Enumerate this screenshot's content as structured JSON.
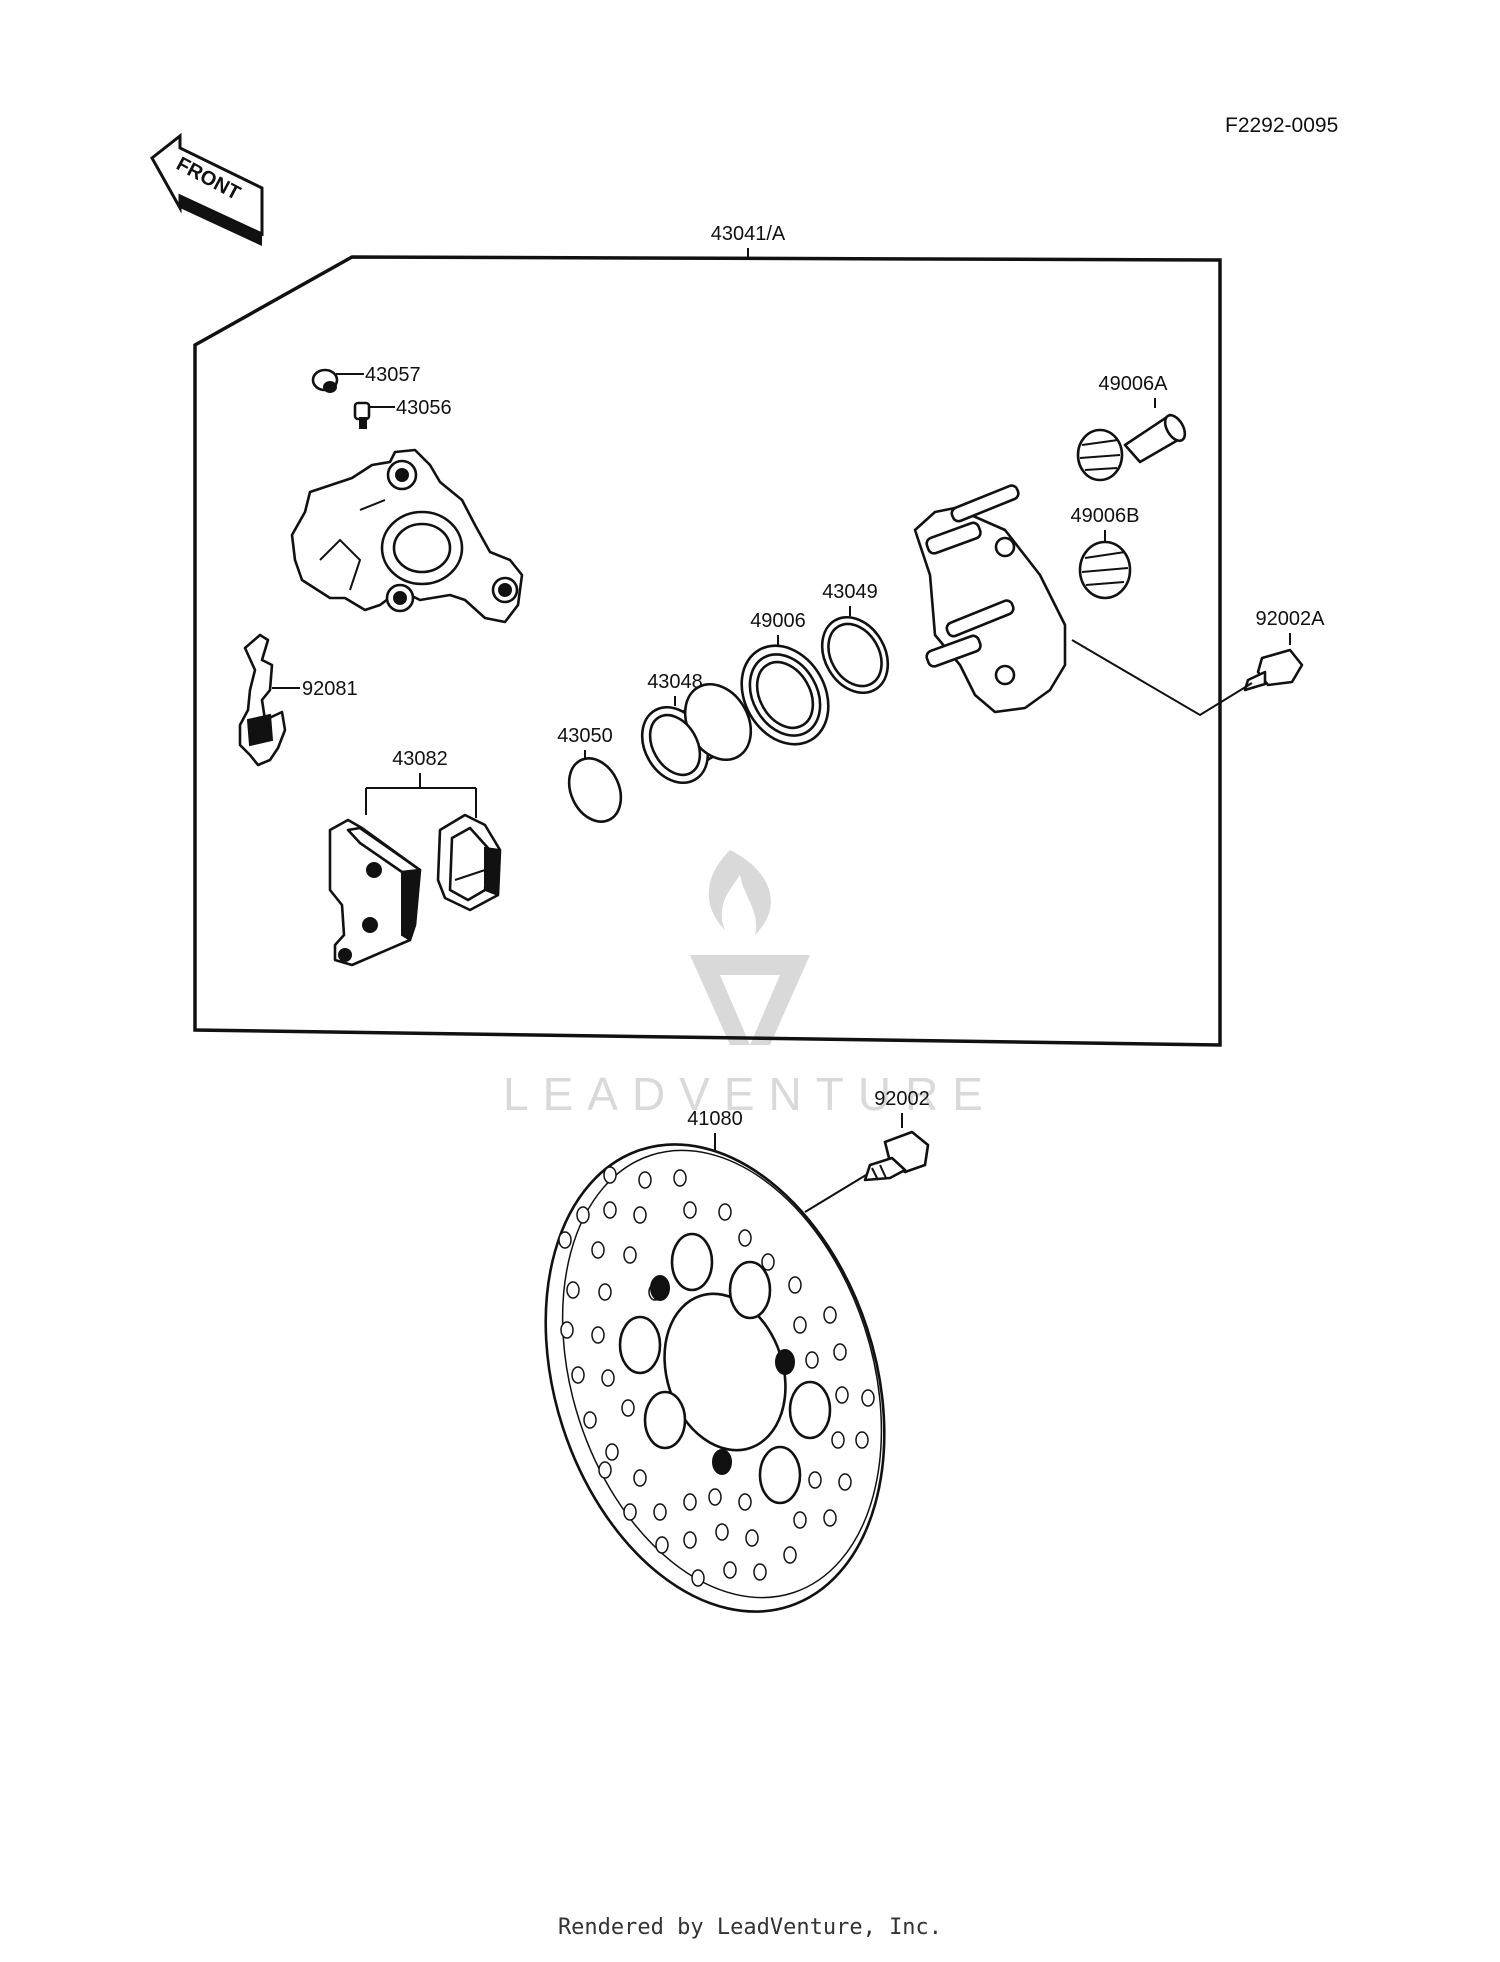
{
  "diagram": {
    "ref_code": "F2292-0095",
    "front_label": "FRONT",
    "assembly_label": "43041/A",
    "watermark": "LEADVENTURE",
    "parts": {
      "p43057": "43057",
      "p43056": "43056",
      "p49006A": "49006A",
      "p49006B": "49006B",
      "p92002A": "92002A",
      "p92081": "92081",
      "p43082": "43082",
      "p43050": "43050",
      "p43048": "43048",
      "p49006": "49006",
      "p43049": "43049",
      "p41080": "41080",
      "p92002": "92002"
    }
  },
  "footer": {
    "text": "Rendered by LeadVenture, Inc."
  }
}
